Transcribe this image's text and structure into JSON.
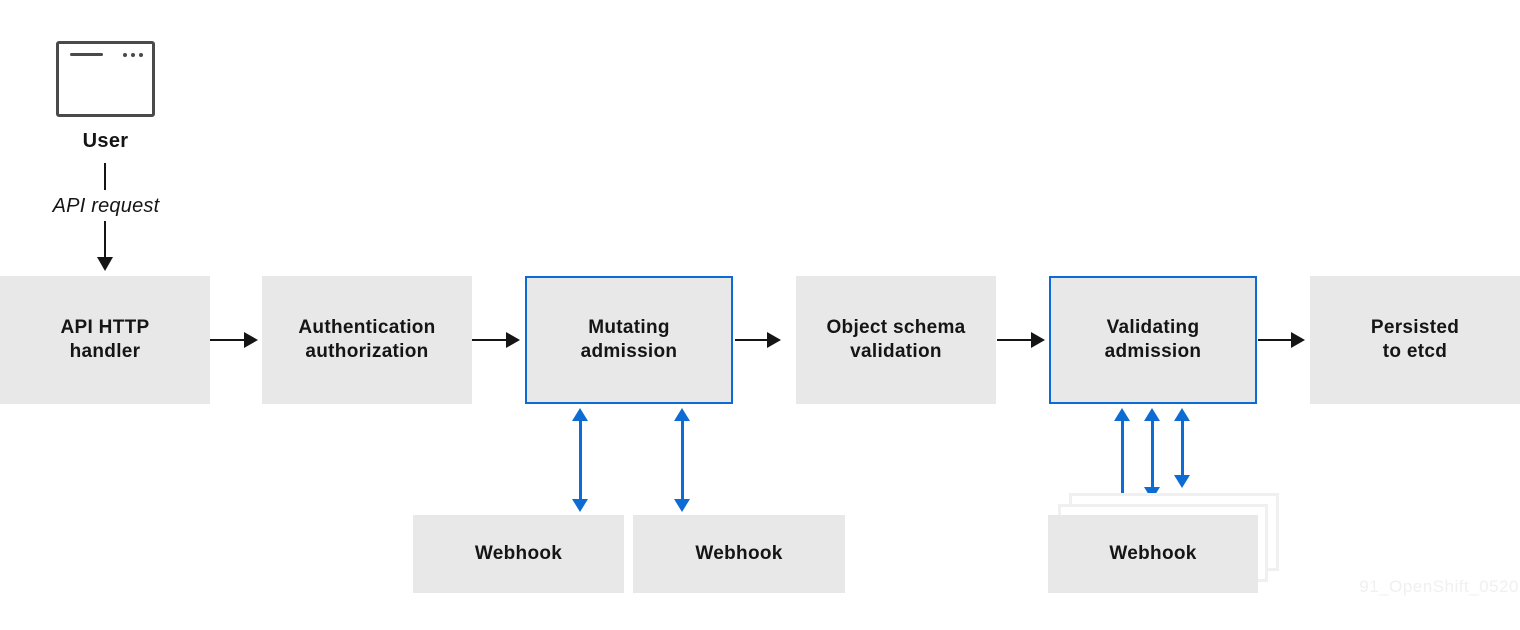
{
  "diagram": {
    "user": {
      "label": "User",
      "request_label": "API request"
    },
    "pipeline": [
      {
        "label": "API HTTP\nhandler"
      },
      {
        "label": "Authentication\nauthorization"
      },
      {
        "label": "Mutating\nadmission"
      },
      {
        "label": "Object schema\nvalidation"
      },
      {
        "label": "Validating\nadmission"
      },
      {
        "label": "Persisted\nto etcd"
      }
    ],
    "webhooks": [
      {
        "label": "Webhook"
      },
      {
        "label": "Webhook"
      },
      {
        "label": "Webhook"
      }
    ],
    "watermark": "91_OpenShift_0520"
  },
  "colors": {
    "box-fill": "#e8e8e8",
    "accent-blue": "#0d6bd4",
    "ink": "#151515",
    "icon-stroke": "#4a4a4a",
    "stack-outline": "#f0f0f0",
    "watermark": "#f0f0f2"
  }
}
